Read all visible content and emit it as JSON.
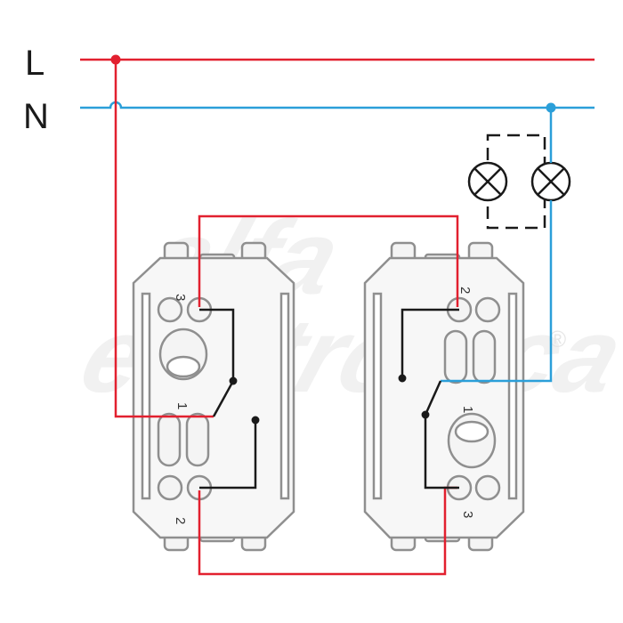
{
  "bus": {
    "line_label": "L",
    "neutral_label": "N"
  },
  "watermark": {
    "line1": "alfa",
    "line2": "elettronica",
    "registered": "®"
  },
  "switch_left": {
    "terminal_top": "3",
    "terminal_middle": "1",
    "terminal_bottom": "2"
  },
  "switch_right": {
    "terminal_top": "2",
    "terminal_middle": "1",
    "terminal_bottom": "3"
  },
  "colors": {
    "line_wire": "#e2202f",
    "neutral_wire": "#2b9fd9",
    "switch_wire": "#1a1a1a",
    "device_outline": "#8f8f8f",
    "device_fill": "#f4f4f4"
  }
}
